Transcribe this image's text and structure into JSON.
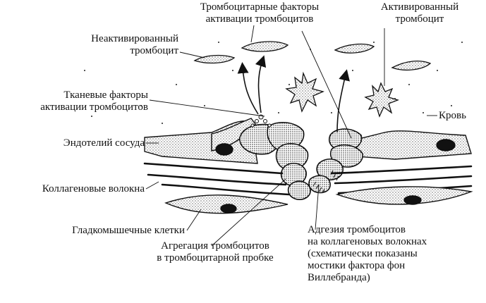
{
  "labels": {
    "nonactivated_line1": "Неактивированный",
    "nonactivated_line2": "тромбоцит",
    "platelet_factors_line1": "Тромбоцитарные факторы",
    "platelet_factors_line2": "активации тромбоцитов",
    "activated_line1": "Активированный",
    "activated_line2": "тромбоцит",
    "tissue_factors_line1": "Тканевые факторы",
    "tissue_factors_line2": "активации тромбоцитов",
    "blood": "Кровь",
    "endothelium": "Эндотелий сосуда",
    "collagen": "Коллагеновые волокна",
    "smooth_muscle": "Гладкомышечные клетки",
    "aggregation_line1": "Агрегация тромбоцитов",
    "aggregation_line2": "в тромбоцитарной пробке",
    "adhesion_line1": "Адгезия тромбоцитов",
    "adhesion_line2": "на коллагеновых волокнах",
    "adhesion_line3": "(схематически показаны",
    "adhesion_line4": "мостики фактора фон",
    "adhesion_line5": "Виллебранда)"
  },
  "colors": {
    "ink": "#111111",
    "background": "#ffffff"
  }
}
